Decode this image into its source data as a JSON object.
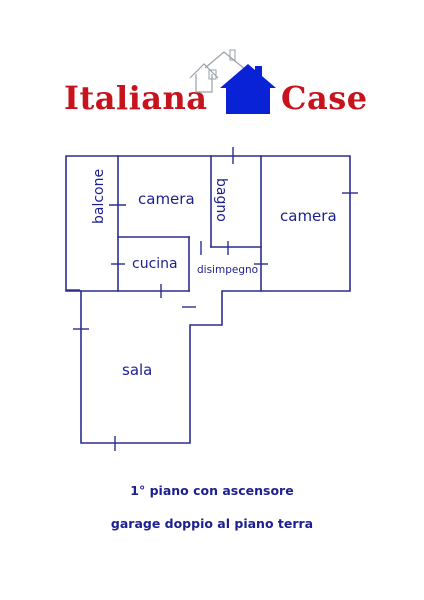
{
  "logo": {
    "text_left": "Italiana",
    "text_right": "Case",
    "colors": {
      "text": "#c8131d",
      "house": "#0a22d6",
      "house_outline": "#9aa0a6"
    }
  },
  "floorplan": {
    "line_color": "#2a2f8f",
    "rooms": {
      "balcone": "balcone",
      "camera_1": "camera",
      "bagno": "bagno",
      "camera_2": "camera",
      "cucina": "cucina",
      "disimpegno": "disimpegno",
      "sala": "sala"
    }
  },
  "captions": {
    "floor": "1° piano con ascensore",
    "garage": "garage doppio al piano terra"
  }
}
